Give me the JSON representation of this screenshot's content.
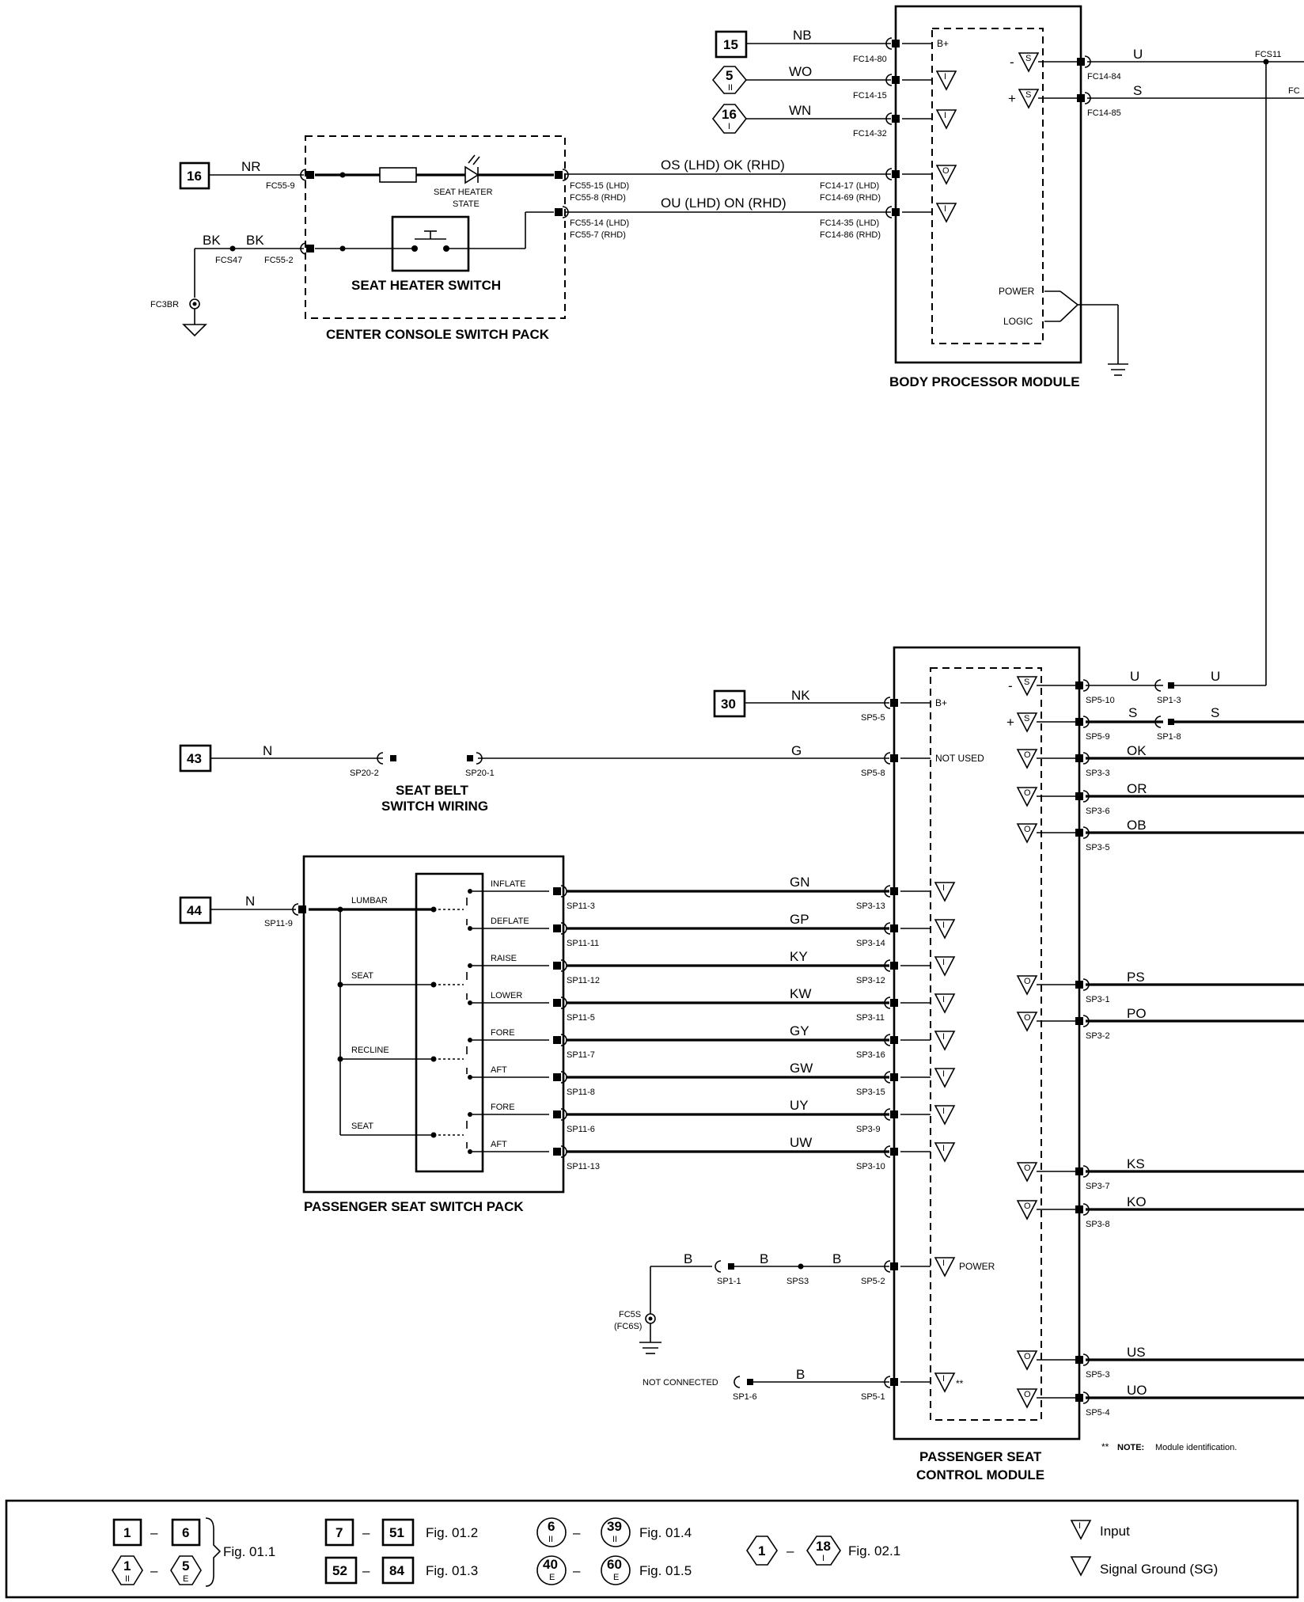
{
  "components": {
    "body_processor_module": "BODY PROCESSOR MODULE",
    "center_console_switch_pack": "CENTER CONSOLE SWITCH PACK",
    "seat_heater_switch": "SEAT HEATER SWITCH",
    "seat_heater_state": [
      "SEAT HEATER",
      "STATE"
    ],
    "seat_belt_switch_wiring": [
      "SEAT BELT",
      "SWITCH WIRING"
    ],
    "passenger_seat_switch_pack": "PASSENGER SEAT SWITCH PACK",
    "passenger_seat_control_module": [
      "PASSENGER SEAT",
      "CONTROL MODULE"
    ],
    "note": "NOTE:",
    "note_text": "Module identification.",
    "note_marker": "**"
  },
  "refs": {
    "r15": "15",
    "r5": "5",
    "r5_sub": "II",
    "r16a": "16",
    "r16a_sub": "I",
    "r16b": "16",
    "r30": "30",
    "r43": "43",
    "r44": "44"
  },
  "bpm": {
    "wires": {
      "nb": "NB",
      "wo": "WO",
      "wn": "WN",
      "os": "OS (LHD)  OK (RHD)",
      "ou": "OU (LHD)  ON (RHD)",
      "u": "U",
      "s": "S"
    },
    "pins": {
      "p80": "FC14-80",
      "p15": "FC14-15",
      "p32": "FC14-32",
      "p17": "FC14-17 (LHD)",
      "p69": "FC14-69 (RHD)",
      "p35": "FC14-35 (LHD)",
      "p86": "FC14-86 (RHD)",
      "p84": "FC14-84",
      "p85": "FC14-85",
      "fcs11": "FCS11",
      "fc_cut": "FC"
    },
    "internal": {
      "bplus": "B+",
      "power": "POWER",
      "logic": "LOGIC",
      "minus": "-",
      "plus": "+",
      "s": "S",
      "i": "I",
      "o": "O"
    }
  },
  "console": {
    "wires": {
      "nr": "NR",
      "bk1": "BK",
      "bk2": "BK"
    },
    "pins": {
      "fc55_9": "FC55-9",
      "fc55_2": "FC55-2",
      "fcs47": "FCS47",
      "fc3br": "FC3BR",
      "fc55_15": "FC55-15 (LHD)",
      "fc55_8": "FC55-8 (RHD)",
      "fc55_14": "FC55-14 (LHD)",
      "fc55_7": "FC55-7 (RHD)"
    }
  },
  "pscm": {
    "wires": {
      "nk": "NK",
      "n43": "N",
      "g": "G",
      "u1": "U",
      "u2": "U",
      "s1": "S",
      "s2": "S",
      "ok": "OK",
      "or": "OR",
      "ob": "OB",
      "gn": "GN",
      "gp": "GP",
      "ky": "KY",
      "kw": "KW",
      "gy": "GY",
      "gw": "GW",
      "uy": "UY",
      "uw": "UW",
      "ps": "PS",
      "po": "PO",
      "ks": "KS",
      "ko": "KO",
      "b1": "B",
      "b2": "B",
      "b3": "B",
      "us": "US",
      "uo": "UO"
    },
    "pins": {
      "sp5_5": "SP5-5",
      "sp5_8": "SP5-8",
      "sp5_10": "SP5-10",
      "sp5_9": "SP5-9",
      "sp1_3": "SP1-3",
      "sp1_8": "SP1-8",
      "sp3_3": "SP3-3",
      "sp3_6": "SP3-6",
      "sp3_5": "SP3-5",
      "sp3_13": "SP3-13",
      "sp3_14": "SP3-14",
      "sp3_12": "SP3-12",
      "sp3_11": "SP3-11",
      "sp3_16": "SP3-16",
      "sp3_15": "SP3-15",
      "sp3_9": "SP3-9",
      "sp3_10": "SP3-10",
      "sp3_1": "SP3-1",
      "sp3_2": "SP3-2",
      "sp3_7": "SP3-7",
      "sp3_8": "SP3-8",
      "sp5_2": "SP5-2",
      "sp5_1": "SP5-1",
      "sp5_3": "SP5-3",
      "sp5_4": "SP5-4",
      "sp20_2": "SP20-2",
      "sp20_1": "SP20-1",
      "sp1_1": "SP1-1",
      "sps3": "SPS3",
      "fc5s": "FC5S",
      "fc6s": "(FC6S)",
      "sp1_6": "SP1-6",
      "not_connected": "NOT CONNECTED"
    },
    "internal": {
      "bplus": "B+",
      "not_used": "NOT USED",
      "power": "POWER",
      "minus": "-",
      "plus": "+",
      "s": "S",
      "i": "I",
      "o": "O"
    }
  },
  "switch_pack": {
    "n": "N",
    "sp11_9": "SP11-9",
    "groups": [
      "LUMBAR",
      "SEAT",
      "RECLINE",
      "SEAT"
    ],
    "positions": [
      "INFLATE",
      "DEFLATE",
      "RAISE",
      "LOWER",
      "FORE",
      "AFT",
      "FORE",
      "AFT"
    ],
    "pins": [
      "SP11-3",
      "SP11-11",
      "SP11-12",
      "SP11-5",
      "SP11-7",
      "SP11-8",
      "SP11-6",
      "SP11-13"
    ]
  },
  "legend": {
    "fig011": "Fig. 01.1",
    "fig012": "Fig. 01.2",
    "fig013": "Fig. 01.3",
    "fig014": "Fig. 01.4",
    "fig015": "Fig. 01.5",
    "fig021": "Fig. 02.1",
    "b1": "1",
    "b6": "6",
    "c1": "1",
    "c1s": "II",
    "c5": "5",
    "c5s": "E",
    "b7": "7",
    "b51": "51",
    "b52": "52",
    "b84": "84",
    "c6": "6",
    "c6s": "II",
    "c39": "39",
    "c39s": "II",
    "c40": "40",
    "c40s": "E",
    "c60": "60",
    "c60s": "E",
    "c1b": "1",
    "c18": "18",
    "c18s": "I",
    "dash": "–",
    "input": "Input",
    "signal_ground": "Signal Ground (SG)",
    "tri_i": "I"
  }
}
